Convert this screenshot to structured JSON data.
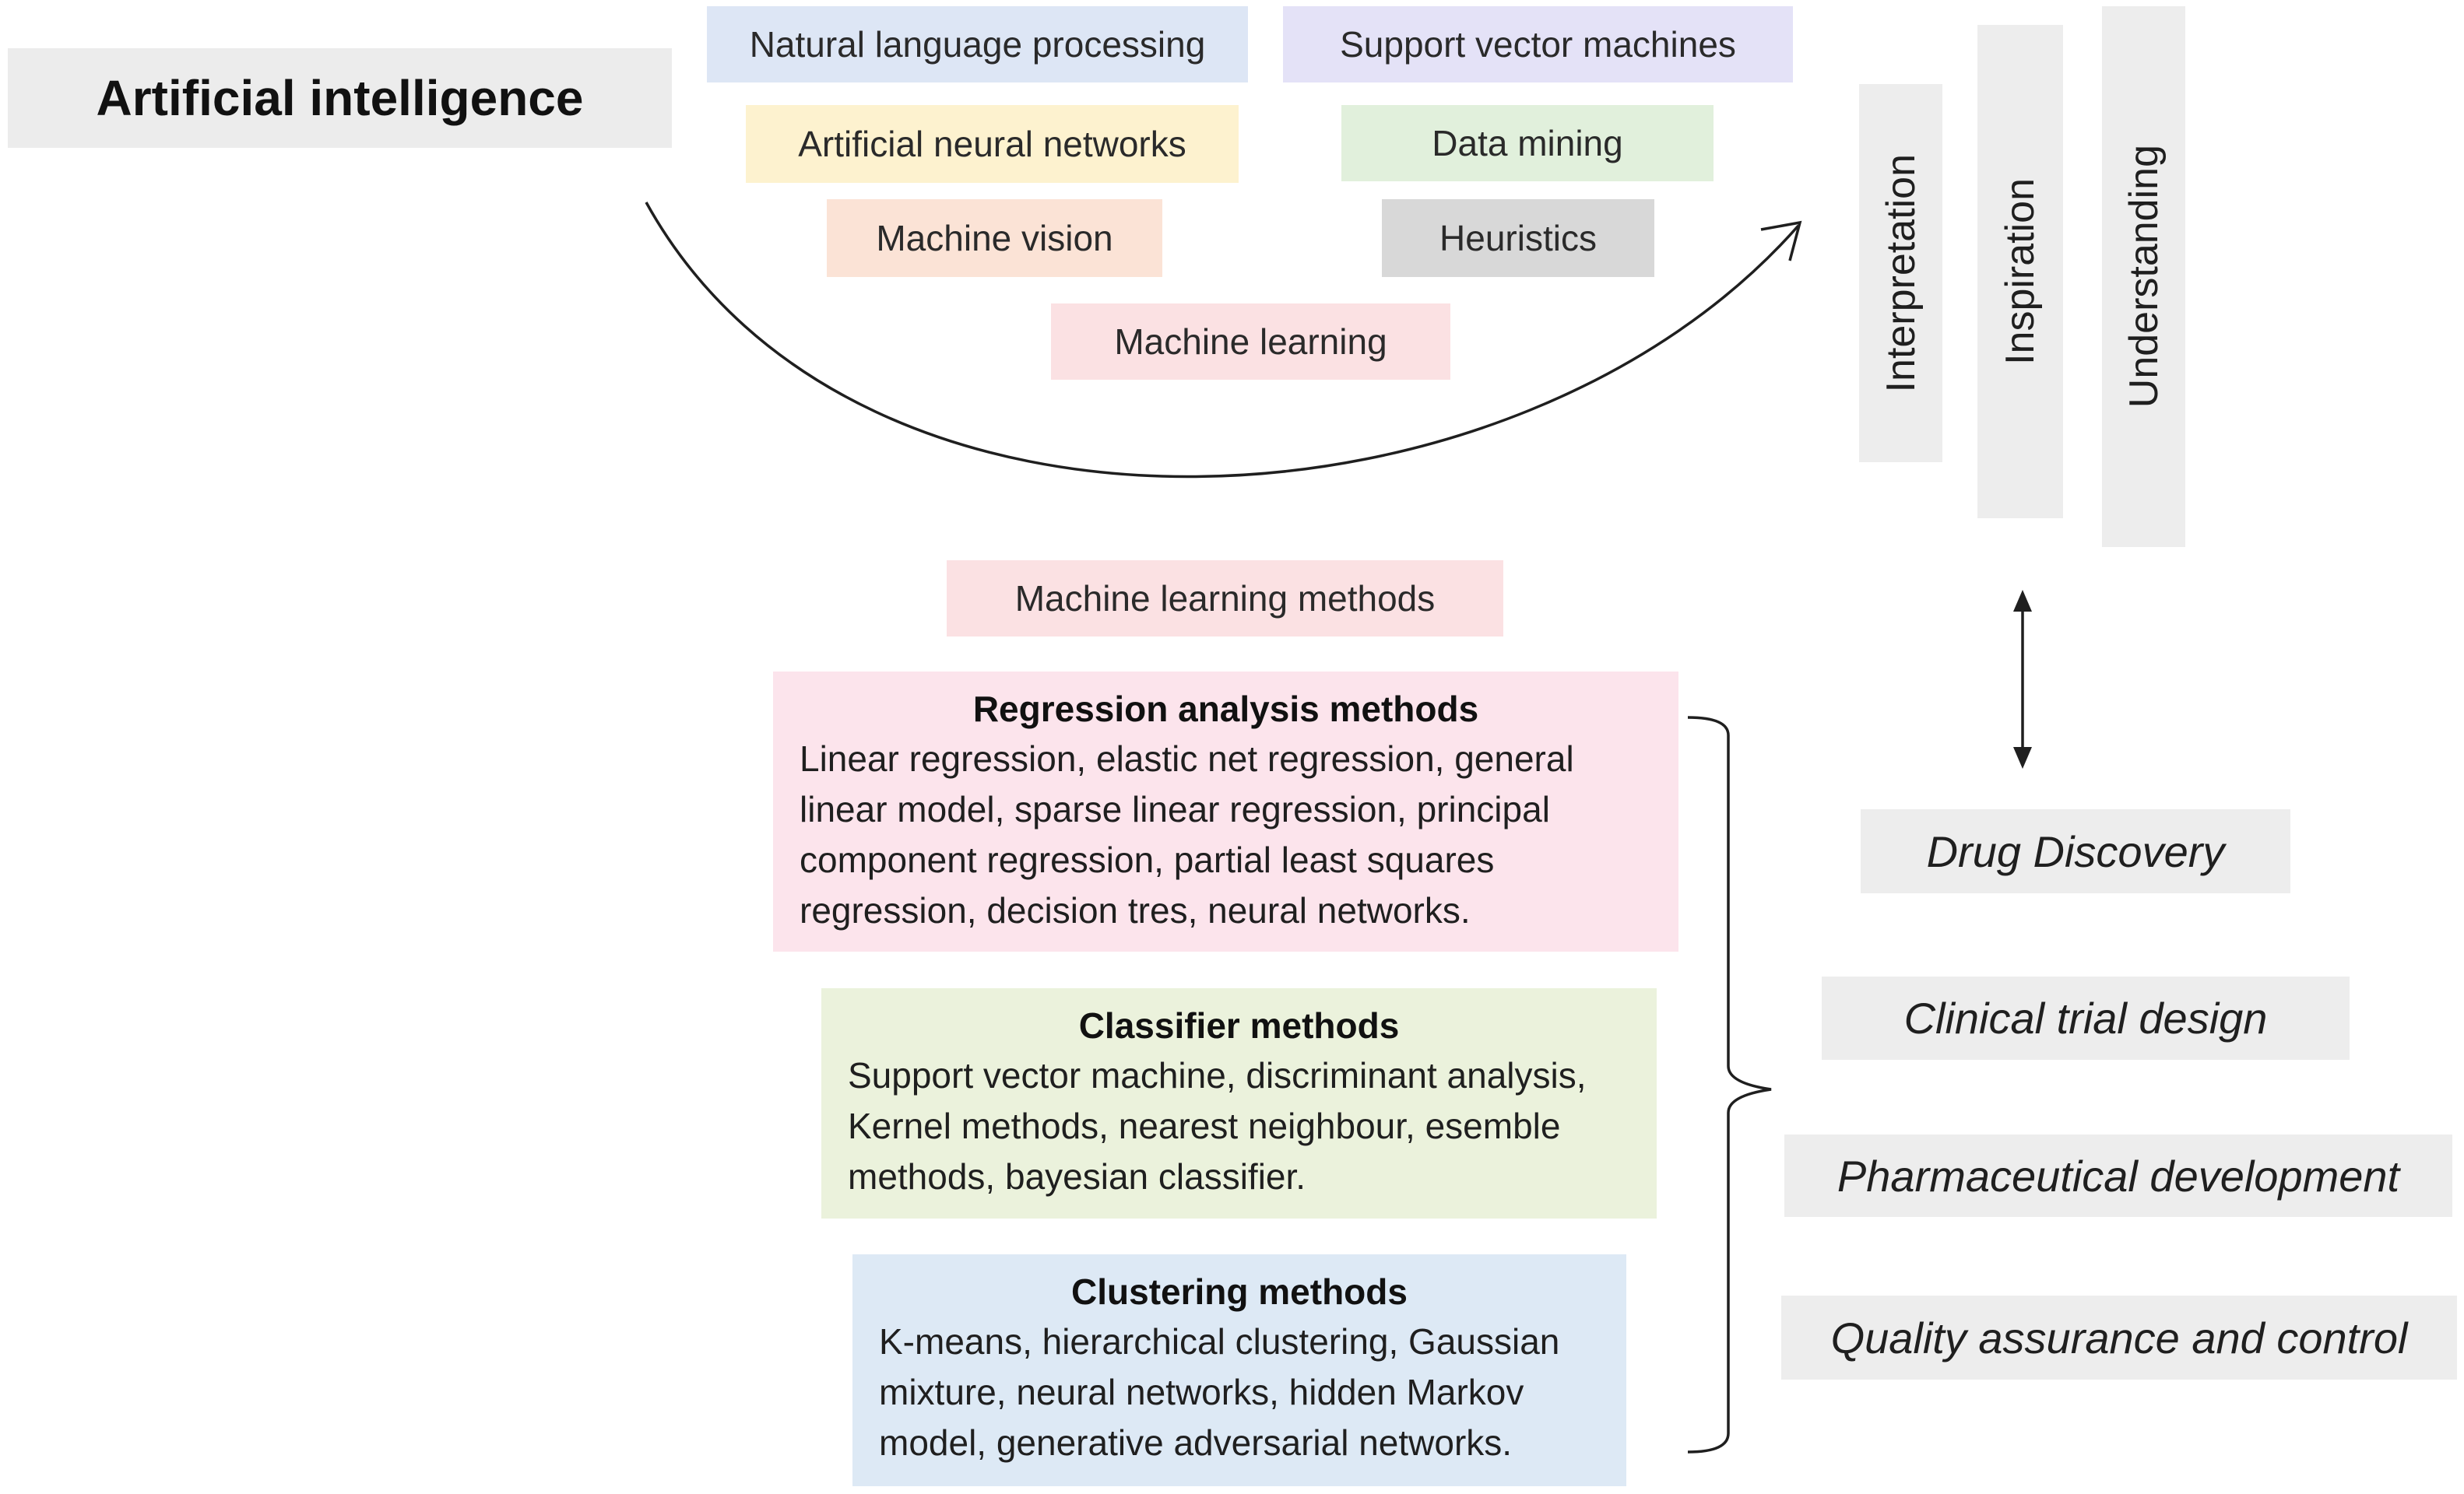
{
  "title": "Artificial intelligence",
  "ai_fields": {
    "nlp": "Natural language processing",
    "svm": "Support vector machines",
    "ann": "Artificial neural networks",
    "data_mining": "Data mining",
    "machine_vision": "Machine vision",
    "heuristics": "Heuristics",
    "machine_learning": "Machine learning"
  },
  "outcomes": {
    "interpretation": "Interpretation",
    "inspiration": "Inspiration",
    "understanding": "Understanding"
  },
  "ml_methods_header": "Machine learning methods",
  "methods": {
    "regression": {
      "title": "Regression analysis methods",
      "body": "Linear regression, elastic net regression, general linear model, sparse linear regression, principal component regression, partial least squares regression, decision tres, neural networks."
    },
    "classifier": {
      "title": "Classifier methods",
      "body": "Support vector machine, discriminant analysis, Kernel methods, nearest neighbour, esemble methods, bayesian classifier."
    },
    "clustering": {
      "title": "Clustering methods",
      "body": "K-means, hierarchical clustering, Gaussian mixture, neural networks, hidden Markov model, generative adversarial networks."
    }
  },
  "applications": {
    "drug_discovery": "Drug Discovery",
    "clinical_trial": "Clinical trial design",
    "pharma_dev": "Pharmaceutical development",
    "quality": "Quality assurance and control"
  },
  "colors": {
    "nlp": "#dde6f5",
    "svm": "#e4e2f7",
    "ann": "#fdf2cf",
    "data_mining": "#e1f0dc",
    "machine_vision": "#fbe3d6",
    "heuristics": "#d8d8d8",
    "machine_learning": "#fbe1e3",
    "regression": "#fce4ec",
    "classifier": "#ebf2dc",
    "clustering": "#dde9f5",
    "neutral": "#ededed"
  }
}
